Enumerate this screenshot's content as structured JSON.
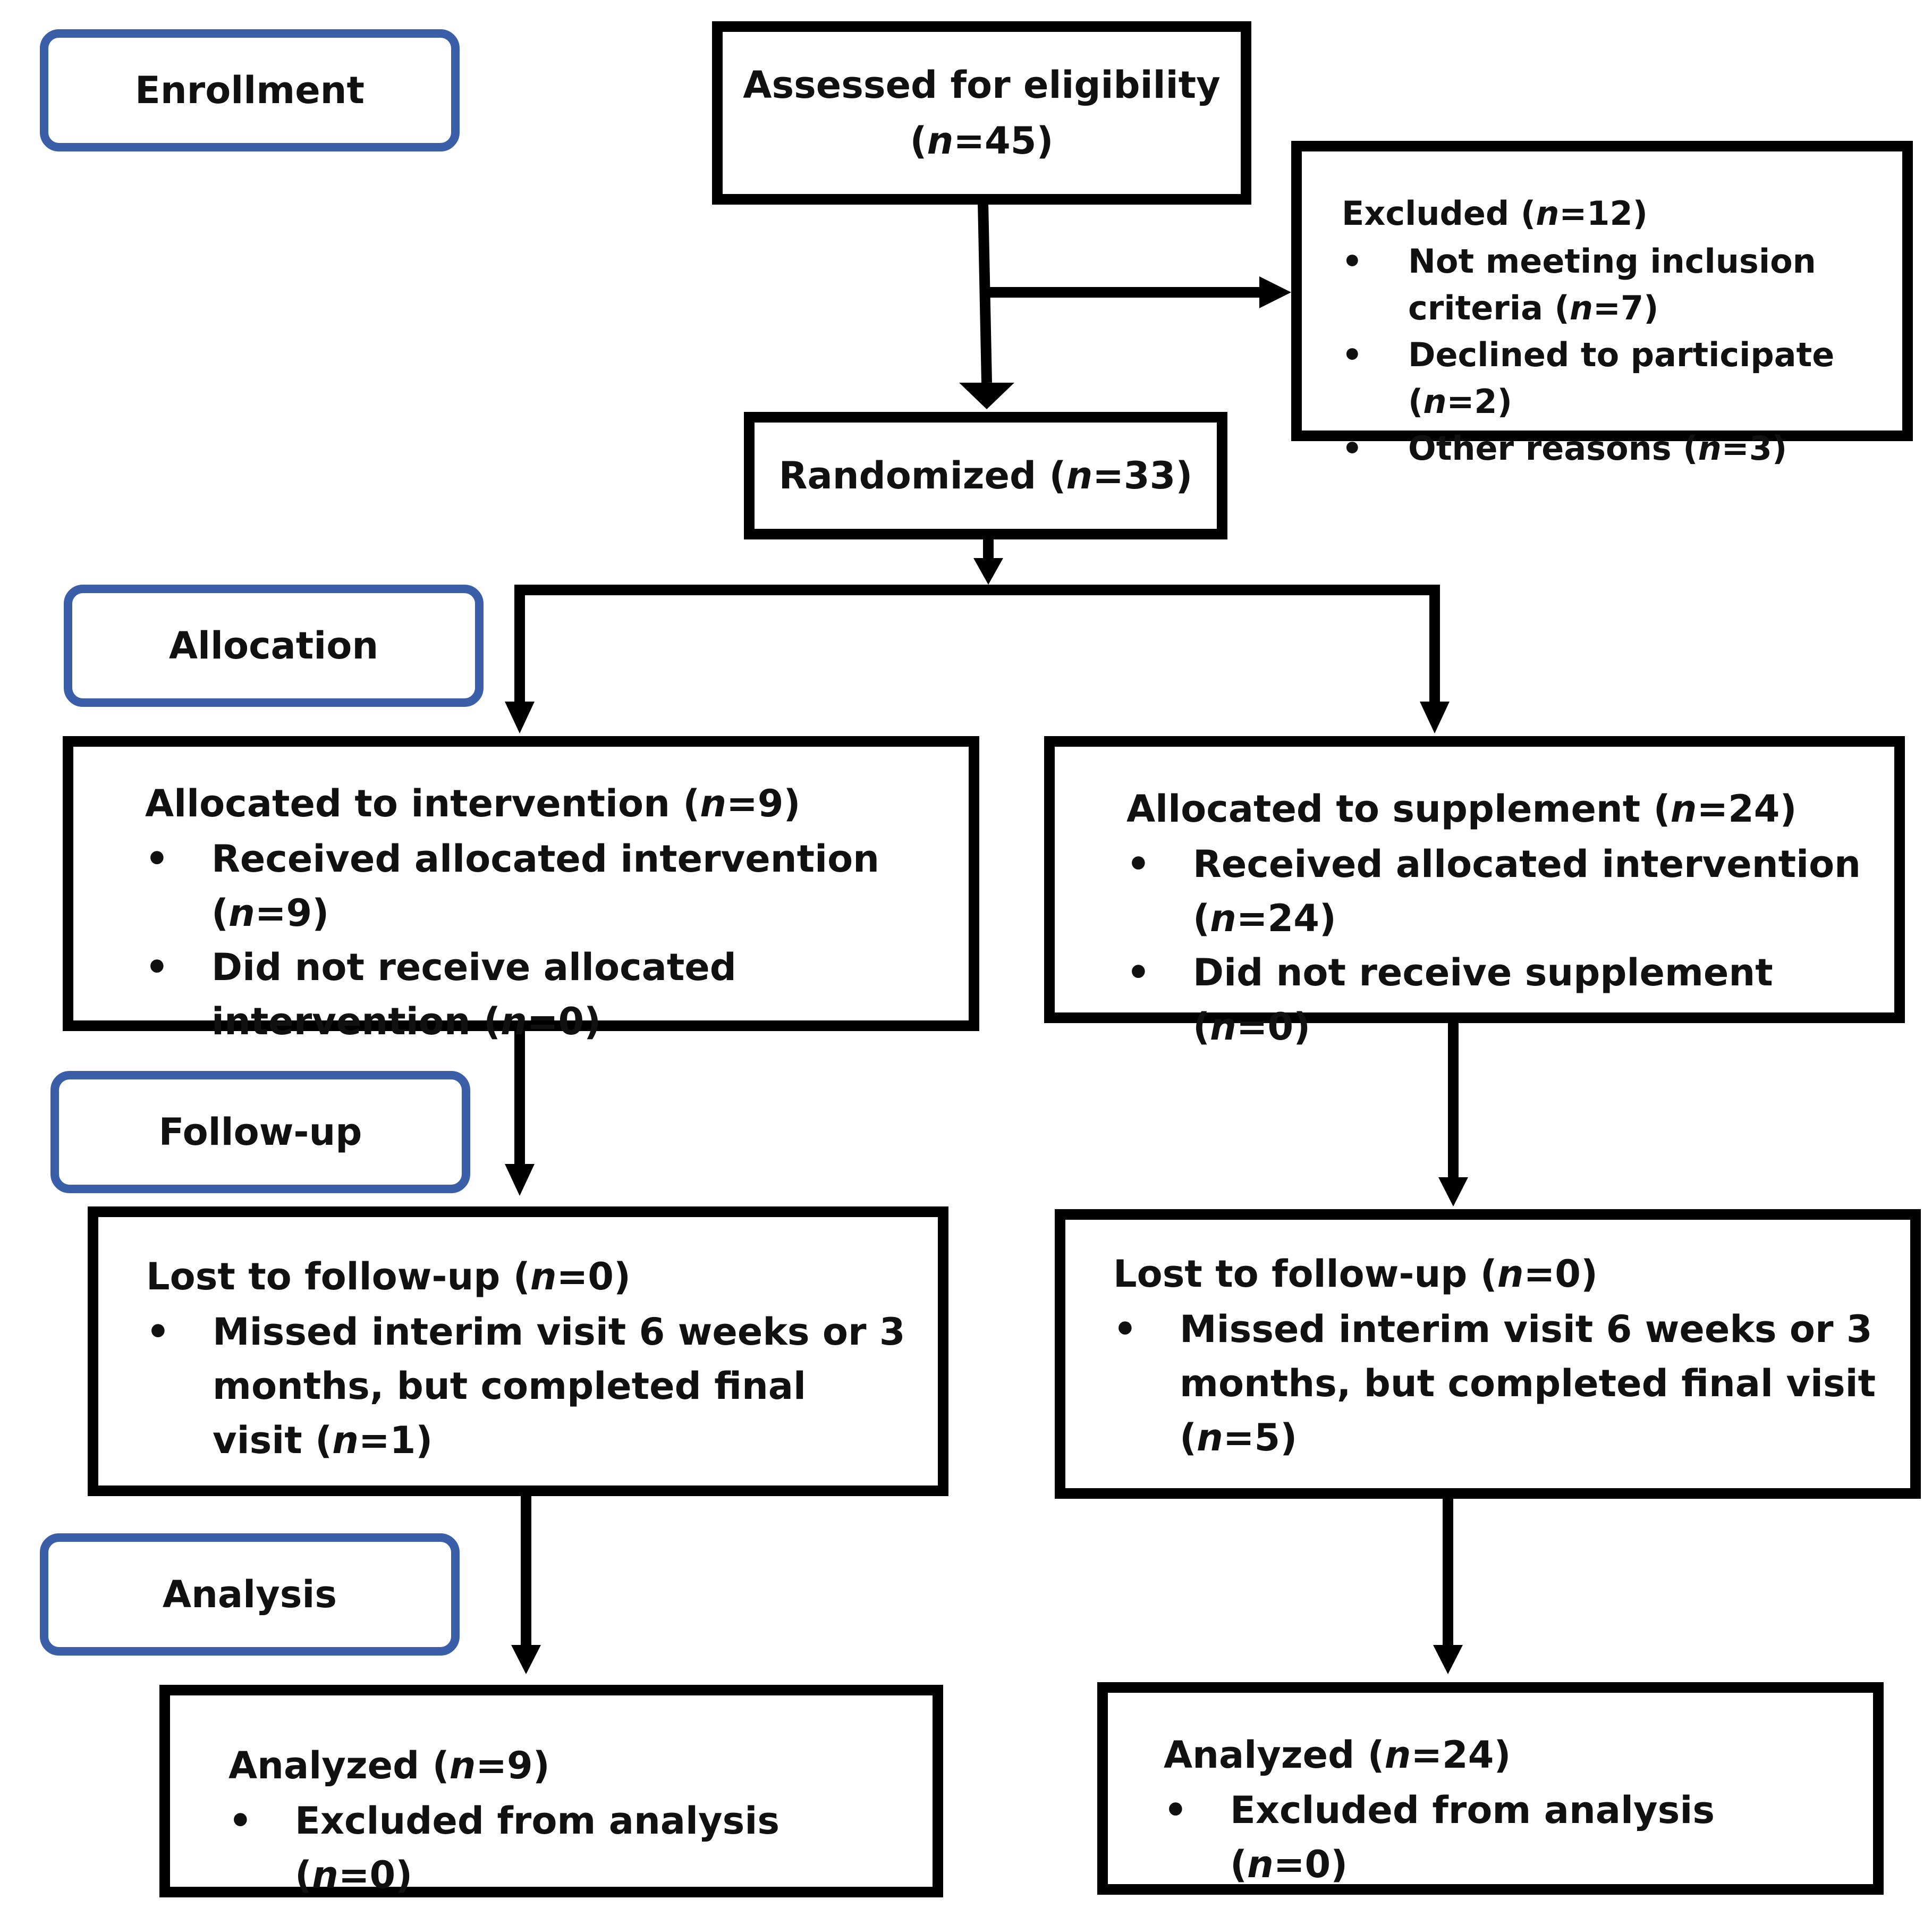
{
  "stages": {
    "enrollment": "Enrollment",
    "allocation": "Allocation",
    "followup": "Follow-up",
    "analysis": "Analysis"
  },
  "assessed": {
    "label": "Assessed for eligibility",
    "pre": "(",
    "n_var": "n",
    "n_rest": "=45)"
  },
  "excluded": {
    "head": {
      "label": "Excluded (",
      "n_var": "n",
      "n_rest": "=12)"
    },
    "items": [
      {
        "text": "Not meeting inclusion criteria (",
        "n_var": "n",
        "n_rest": "=7)"
      },
      {
        "text": "Declined to participate (",
        "n_var": "n",
        "n_rest": "=2)"
      },
      {
        "text": "Other reasons (",
        "n_var": "n",
        "n_rest": "=3)"
      }
    ]
  },
  "randomized": {
    "label": "Randomized (",
    "n_var": "n",
    "n_rest": "=33)"
  },
  "alloc_intervention": {
    "head": {
      "label": "Allocated to intervention (",
      "n_var": "n",
      "n_rest": "=9)"
    },
    "items": [
      {
        "text": "Received allocated intervention (",
        "n_var": "n",
        "n_rest": "=9)"
      },
      {
        "text": "Did not receive allocated intervention (",
        "n_var": "n",
        "n_rest": "=0)"
      }
    ]
  },
  "alloc_supplement": {
    "head": {
      "label": "Allocated to supplement (",
      "n_var": "n",
      "n_rest": "=24)"
    },
    "items": [
      {
        "text": "Received allocated intervention (",
        "n_var": "n",
        "n_rest": "=24)"
      },
      {
        "text": "Did not receive supplement (",
        "n_var": "n",
        "n_rest": "=0)"
      }
    ]
  },
  "followup_intervention": {
    "head": {
      "label": "Lost to follow-up (",
      "n_var": "n",
      "n_rest": "=0)"
    },
    "items": [
      {
        "text": "Missed interim visit 6 weeks or 3 months, but completed final visit (",
        "n_var": "n",
        "n_rest": "=1)"
      }
    ]
  },
  "followup_supplement": {
    "head": {
      "label": "Lost to follow-up (",
      "n_var": "n",
      "n_rest": "=0)"
    },
    "items": [
      {
        "text": "Missed interim visit 6 weeks or 3 months, but completed final visit (",
        "n_var": "n",
        "n_rest": "=5)"
      }
    ]
  },
  "analyzed_intervention": {
    "head": {
      "label": "Analyzed (",
      "n_var": "n",
      "n_rest": "=9)"
    },
    "items": [
      {
        "text": "Excluded from analysis (",
        "n_var": "n",
        "n_rest": "=0)"
      }
    ]
  },
  "analyzed_supplement": {
    "head": {
      "label": "Analyzed (",
      "n_var": "n",
      "n_rest": "=24)"
    },
    "items": [
      {
        "text": "Excluded from analysis (",
        "n_var": "n",
        "n_rest": "=0)"
      }
    ]
  },
  "colors": {
    "stage_border": "#3a5ea8",
    "box_border": "#000000",
    "arrow": "#000000"
  }
}
